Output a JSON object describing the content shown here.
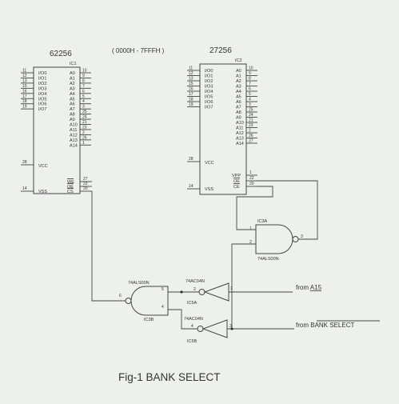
{
  "header": {
    "ram_part": "62256",
    "address_range": "( 0000H - 7FFFH )",
    "rom_part": "27256"
  },
  "ic1": {
    "ref": "IC1",
    "io_labels": [
      "I/O0",
      "I/O1",
      "I/O2",
      "I/O3",
      "I/O4",
      "I/O5",
      "I/O6",
      "I/O7"
    ],
    "io_pins": [
      "11",
      "12",
      "13",
      "15",
      "16",
      "17",
      "18",
      "19"
    ],
    "addr_labels": [
      "A0",
      "A1",
      "A2",
      "A3",
      "A4",
      "A5",
      "A6",
      "A7",
      "A8",
      "A9",
      "A10",
      "A11",
      "A12",
      "A13",
      "A14"
    ],
    "addr_pins": [
      "10",
      "9",
      "8",
      "7",
      "6",
      "5",
      "4",
      "3",
      "25",
      "24",
      "21",
      "23",
      "2",
      "26",
      "1"
    ],
    "vcc_label": "VCC",
    "vcc_pin": "28",
    "vss_label": "VSS",
    "vss_pin": "14",
    "ctrl_labels": [
      "WE",
      "OE",
      "CS"
    ],
    "ctrl_pins": [
      "27",
      "22",
      "20"
    ]
  },
  "ic2": {
    "ref": "IC2",
    "io_labels": [
      "I/O0",
      "I/O1",
      "I/O2",
      "I/O3",
      "I/O4",
      "I/O5",
      "I/O6",
      "I/O7"
    ],
    "io_pins": [
      "11",
      "12",
      "13",
      "15",
      "16",
      "17",
      "18",
      "19"
    ],
    "addr_labels": [
      "A0",
      "A1",
      "A2",
      "A3",
      "A4",
      "A5",
      "A6",
      "A7",
      "A8",
      "A9",
      "A10",
      "A11",
      "A12",
      "A13",
      "A14"
    ],
    "addr_pins": [
      "10",
      "9",
      "8",
      "7",
      "6",
      "5",
      "4",
      "3",
      "25",
      "24",
      "21",
      "23",
      "2",
      "26",
      "27"
    ],
    "vcc_label": "VCC",
    "vcc_pin": "28",
    "vss_label": "VSS",
    "vss_pin": "14",
    "ctrl_labels": [
      "VPP",
      "OE",
      "CE"
    ],
    "ctrl_pins": [
      "1",
      "22",
      "20"
    ]
  },
  "gates": {
    "ic3a": {
      "ref": "IC3A",
      "part": "74ALS00N",
      "pins": [
        "1",
        "2",
        "3"
      ]
    },
    "ic3b": {
      "ref": "IC3B",
      "part": "74ALS00N",
      "pins": [
        "5",
        "4",
        "6"
      ]
    },
    "ic5a": {
      "ref": "IC5A",
      "part": "74AC04N",
      "pins": [
        "1",
        "2"
      ]
    },
    "ic5b": {
      "ref": "IC5B",
      "part": "74AC04N",
      "pins": [
        "3",
        "4"
      ]
    }
  },
  "signals": {
    "a15_prefix": "from ",
    "a15": "A15",
    "bank_prefix": "from ",
    "bank": "BANK SELECT"
  },
  "caption": "Fig-1  BANK SELECT"
}
